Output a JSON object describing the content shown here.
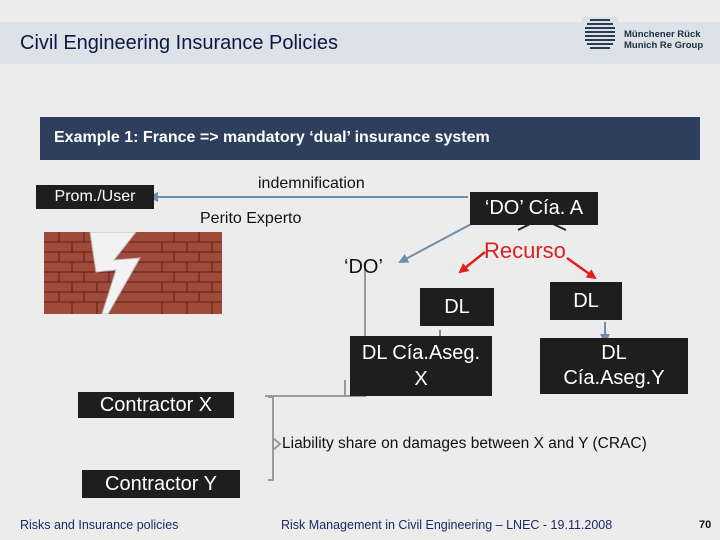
{
  "header": {
    "title": "Civil Engineering Insurance Policies",
    "logo_line1": "Münchener Rück",
    "logo_line2": "Munich Re Group"
  },
  "banner": {
    "text": "Example 1: France => mandatory ‘dual’ insurance system"
  },
  "diagram": {
    "prom_user": "Prom./User",
    "indemnification": "indemnification",
    "do_cia_a": "‘DO’ Cía. A",
    "perito_experto": "Perito Experto",
    "recurso": "Recurso",
    "do": "‘DO’",
    "dl_left": "DL",
    "dl_right": "DL",
    "dl_cia_aseg_x_line1": "DL Cía.Aseg.",
    "dl_cia_aseg_x_line2": "X",
    "dl_cia_aseg_y_line1": "DL",
    "dl_cia_aseg_y_line2": "Cía.Aseg.Y",
    "contractor_x": "Contractor X",
    "contractor_y": "Contractor Y",
    "liability": "Liability share on damages between X and Y   (CRAC)"
  },
  "footer": {
    "left": "Risks and Insurance policies",
    "middle": "Risk Management in Civil Engineering  –  LNEC - 19.11.2008",
    "page": "70"
  },
  "colors": {
    "header_bg": "#dde1e8",
    "banner_bg": "#2e3f5e",
    "box_bg": "#1e1e1e",
    "recurso_red": "#e02020",
    "brick": "#a04a3a",
    "arrow_blue": "#6d8fae"
  }
}
